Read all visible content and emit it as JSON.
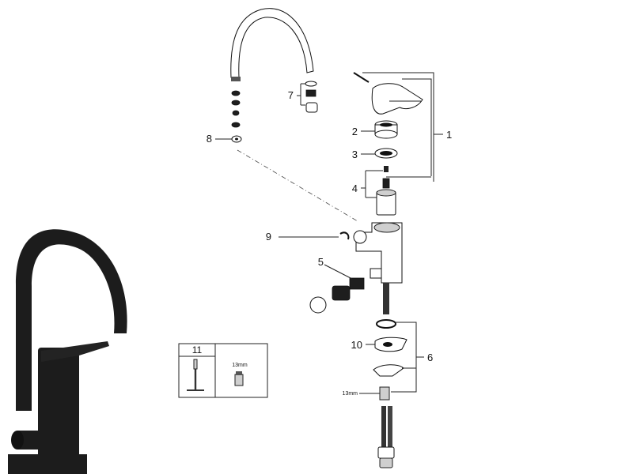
{
  "callouts": {
    "c1": "1",
    "c2": "2",
    "c3": "3",
    "c4": "4",
    "c5": "5",
    "c6": "6",
    "c7": "7",
    "c8": "8",
    "c9": "9",
    "c10": "10"
  },
  "tool_box": {
    "number": "11",
    "wrench_size": "13mm"
  },
  "hose_nut_size": "13mm",
  "colors": {
    "line": "#222222",
    "faucet_finish": "#1e1e1e"
  }
}
